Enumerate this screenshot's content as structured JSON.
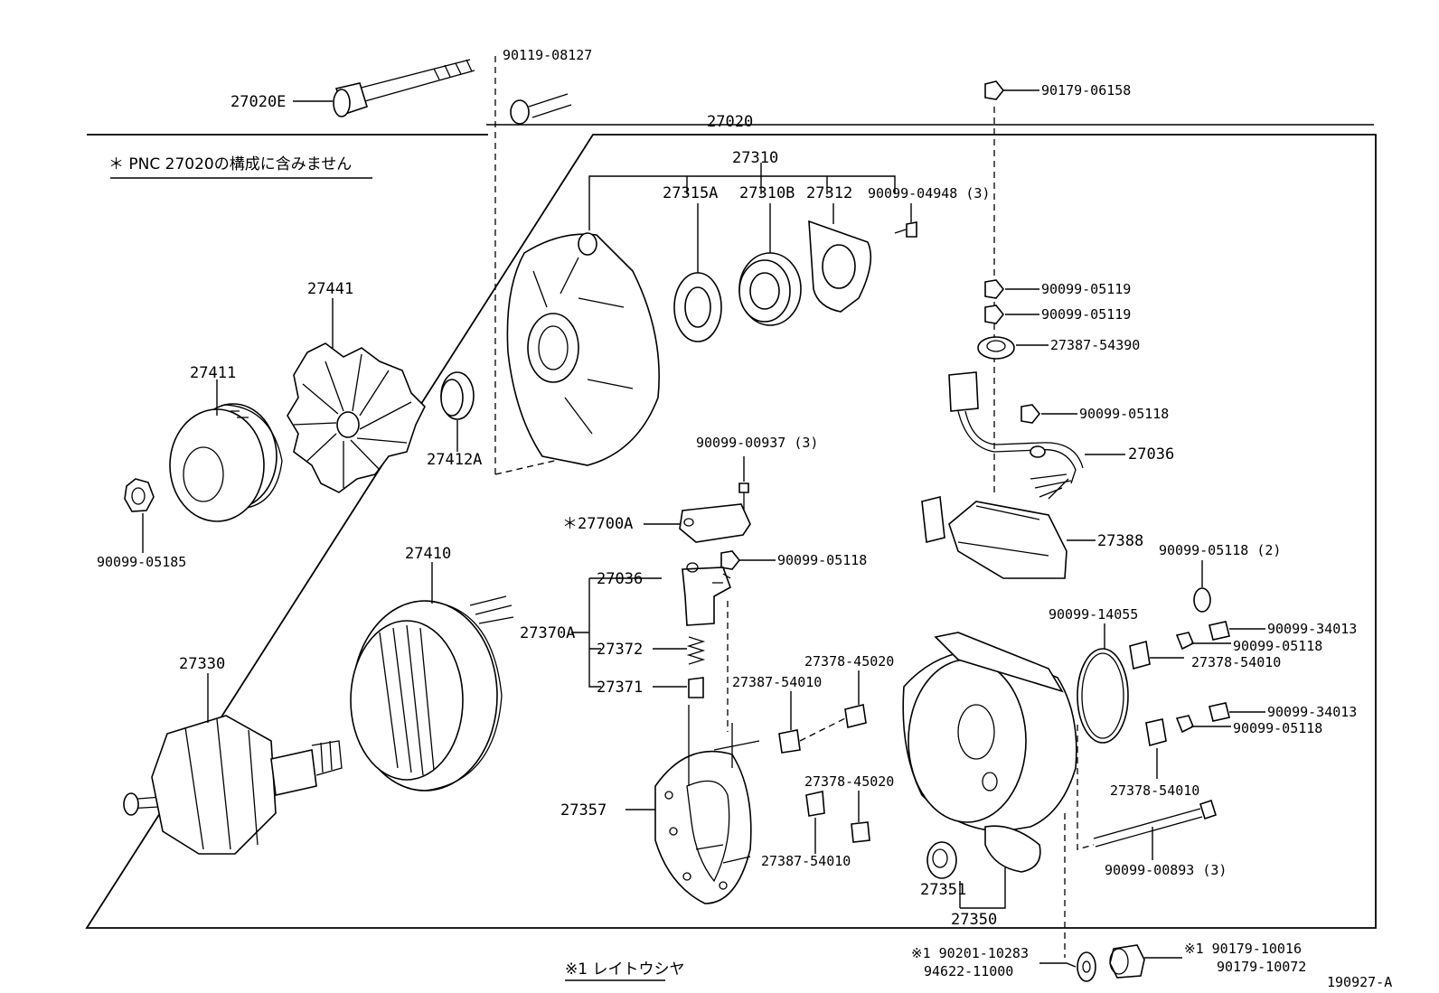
{
  "diagram": {
    "note_top": "＊ PNC 27020の構成に含みません",
    "note_bottom": "※1 レイトウシヤ",
    "figure_code": "190927-A",
    "labels": {
      "p27020E": "27020E",
      "p90119_08127": "90119-08127",
      "p27020": "27020",
      "p90179_06158": "90179-06158",
      "p27310": "27310",
      "p27315A": "27315A",
      "p27310B": "27310B",
      "p27312": "27312",
      "p90099_04948": "90099-04948 (3)",
      "p27441": "27441",
      "p27411": "27411",
      "p27412A": "27412A",
      "p90099_05185": "90099-05185",
      "p90099_05119a": "90099-05119",
      "p90099_05119b": "90099-05119",
      "p27387_54390": "27387-54390",
      "p90099_05118a": "90099-05118",
      "p27036a": "27036",
      "p27388": "27388",
      "p90099_00937": "90099-00937 (3)",
      "p27700A": "＊27700A",
      "p90099_05118b": "90099-05118",
      "p27410": "27410",
      "p27036b": "27036",
      "p27370A": "27370A",
      "p27372": "27372",
      "p27371": "27371",
      "p27330": "27330",
      "p27378_45020a": "27378-45020",
      "p27387_54010a": "27387-54010",
      "p27378_45020b": "27378-45020",
      "p27387_54010b": "27387-54010",
      "p27357": "27357",
      "p90099_05118c": "90099-05118 (2)",
      "p90099_14055": "90099-14055",
      "p90099_34013a": "90099-34013",
      "p90099_05118d": "90099-05118",
      "p27378_54010a": "27378-54010",
      "p90099_34013b": "90099-34013",
      "p90099_05118e": "90099-05118",
      "p27378_54010b": "27378-54010",
      "p90099_00893": "90099-00893 (3)",
      "p27351": "27351",
      "p27350": "27350",
      "p90201_10283": "※1 90201-10283",
      "p94622_11000": "94622-11000",
      "p90179_10016": "※1 90179-10016",
      "p90179_10072": "90179-10072"
    }
  }
}
